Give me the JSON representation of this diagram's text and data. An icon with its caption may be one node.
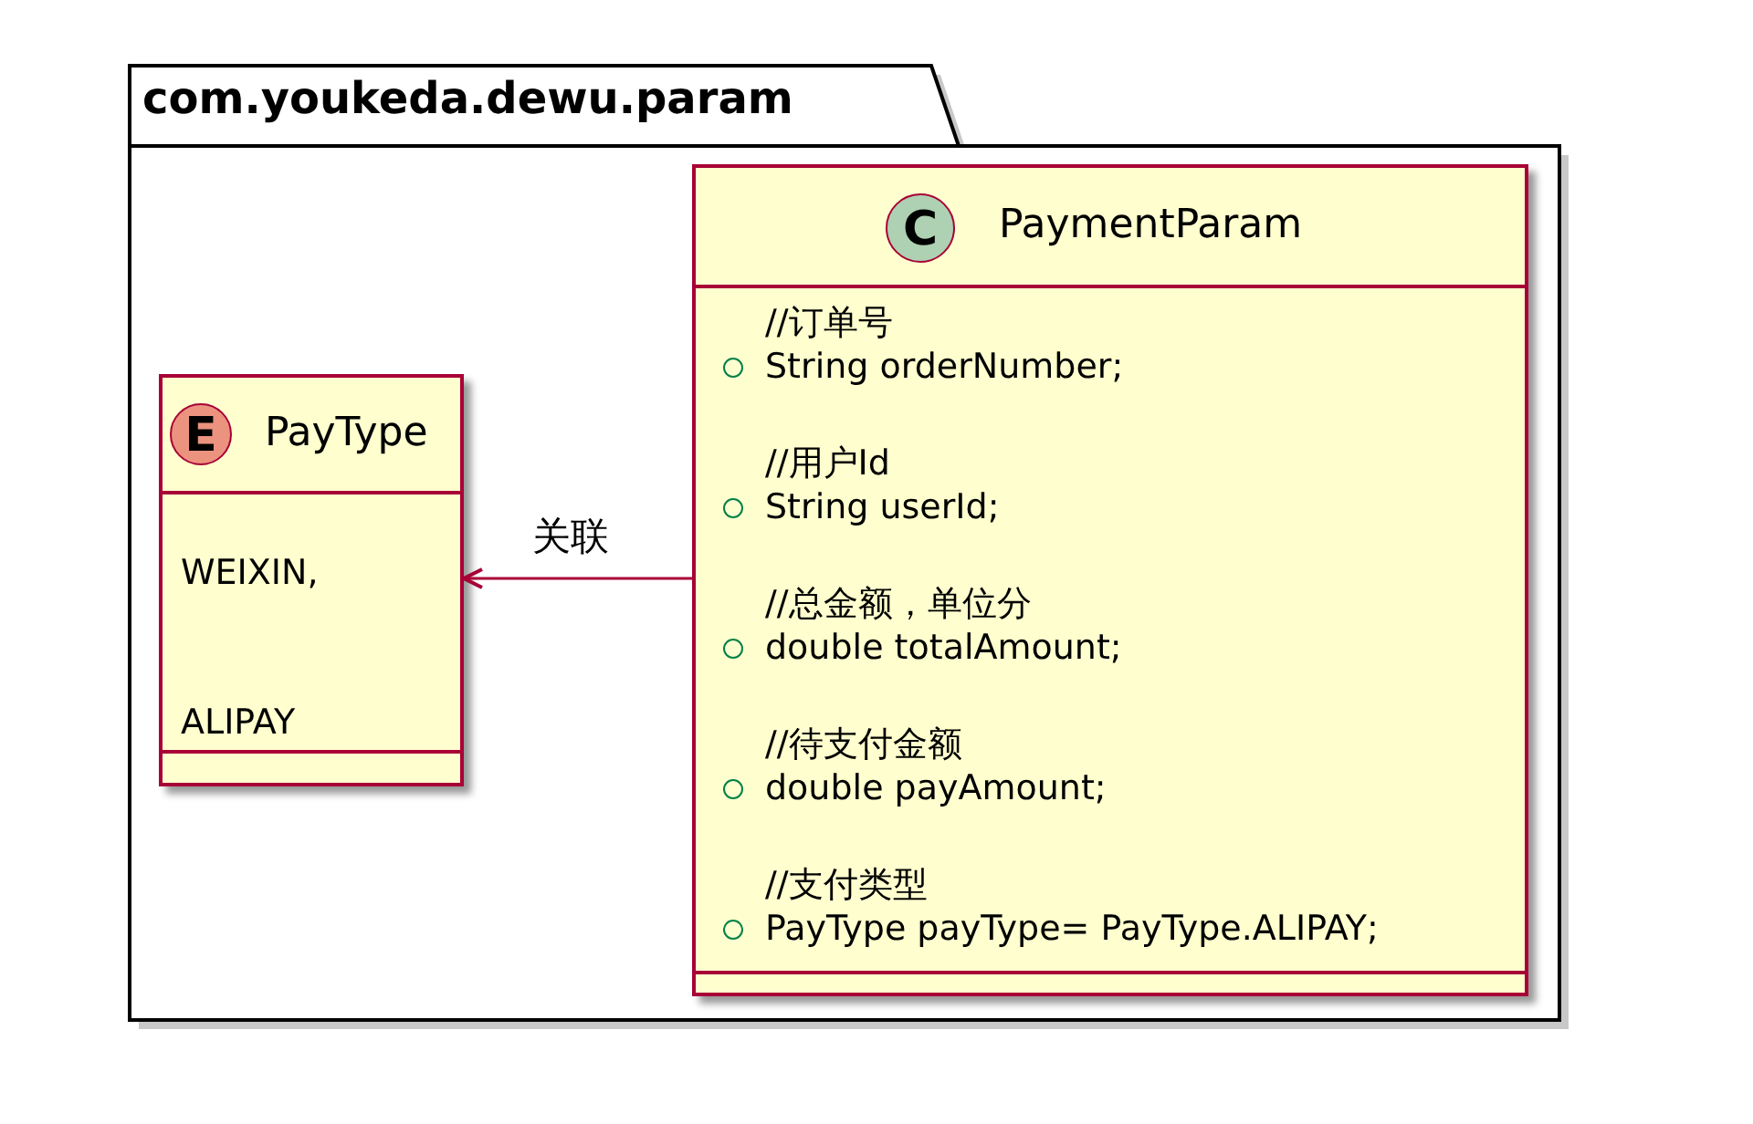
{
  "diagram": {
    "nodes": [
      {
        "text": [
          "com.youkeda.dewu.param"
        ]
      },
      {
        "text": [
          "E",
          "PayType",
          "WEIXIN,",
          "ALIPAY"
        ],
        "in": 0
      },
      {
        "text": [
          "C",
          "PaymentParam",
          "//订单号",
          "String orderNumber;",
          "//用户Id",
          "String userId;",
          "//总金额，单位分",
          "double totalAmount;",
          "//待支付金额",
          "double payAmount;",
          "//支付类型",
          "PayType payType= PayType.ALIPAY;"
        ],
        "in": 0
      }
    ],
    "edges": [
      {
        "from": 2,
        "to": 1,
        "arrow": "to",
        "label": "关联"
      }
    ]
  }
}
